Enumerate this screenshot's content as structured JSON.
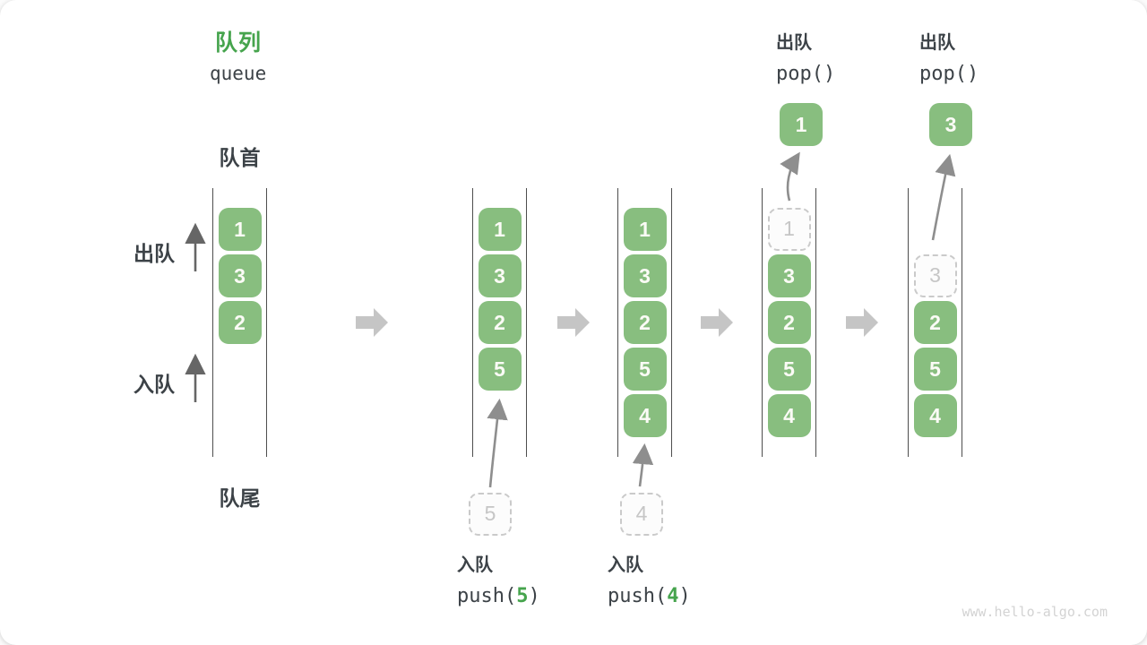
{
  "title": {
    "zh": "队列",
    "en": "queue"
  },
  "side_labels": {
    "front": "队首",
    "rear": "队尾",
    "dequeue": "出队",
    "enqueue": "入队"
  },
  "colors": {
    "box_green": "#88BE7F",
    "accent_green": "#46A44D",
    "dark_text": "#3C4247",
    "container_line": "#4E4E4E",
    "block_arrow": "#C5C5C5",
    "curve_arrow": "#8E8E8E",
    "dashed_border": "#CACACA"
  },
  "operations": {
    "push5": {
      "label": "入队",
      "code_prefix": "push(",
      "arg": "5",
      "code_suffix": ")"
    },
    "push4": {
      "label": "入队",
      "code_prefix": "push(",
      "arg": "4",
      "code_suffix": ")"
    },
    "pop1": {
      "label": "出队",
      "code": "pop()"
    },
    "pop3": {
      "label": "出队",
      "code": "pop()"
    }
  },
  "states": [
    {
      "name": "initial",
      "cells": [
        {
          "row": 0,
          "value": "1",
          "style": "solid"
        },
        {
          "row": 1,
          "value": "3",
          "style": "solid"
        },
        {
          "row": 2,
          "value": "2",
          "style": "solid"
        }
      ]
    },
    {
      "name": "after-push-5",
      "cells": [
        {
          "row": 0,
          "value": "1",
          "style": "solid"
        },
        {
          "row": 1,
          "value": "3",
          "style": "solid"
        },
        {
          "row": 2,
          "value": "2",
          "style": "solid"
        },
        {
          "row": 3,
          "value": "5",
          "style": "solid"
        }
      ],
      "pending": {
        "value": "5"
      }
    },
    {
      "name": "after-push-4",
      "cells": [
        {
          "row": 0,
          "value": "1",
          "style": "solid"
        },
        {
          "row": 1,
          "value": "3",
          "style": "solid"
        },
        {
          "row": 2,
          "value": "2",
          "style": "solid"
        },
        {
          "row": 3,
          "value": "5",
          "style": "solid"
        },
        {
          "row": 4,
          "value": "4",
          "style": "solid"
        }
      ],
      "pending": {
        "value": "4"
      }
    },
    {
      "name": "after-pop-1",
      "cells": [
        {
          "row": 0,
          "value": "1",
          "style": "dashed"
        },
        {
          "row": 1,
          "value": "3",
          "style": "solid"
        },
        {
          "row": 2,
          "value": "2",
          "style": "solid"
        },
        {
          "row": 3,
          "value": "5",
          "style": "solid"
        },
        {
          "row": 4,
          "value": "4",
          "style": "solid"
        }
      ],
      "popped": {
        "value": "1"
      }
    },
    {
      "name": "after-pop-3",
      "cells": [
        {
          "row": 1,
          "value": "3",
          "style": "dashed"
        },
        {
          "row": 2,
          "value": "2",
          "style": "solid"
        },
        {
          "row": 3,
          "value": "5",
          "style": "solid"
        },
        {
          "row": 4,
          "value": "4",
          "style": "solid"
        }
      ],
      "popped": {
        "value": "3"
      }
    }
  ],
  "watermark": "www.hello-algo.com"
}
